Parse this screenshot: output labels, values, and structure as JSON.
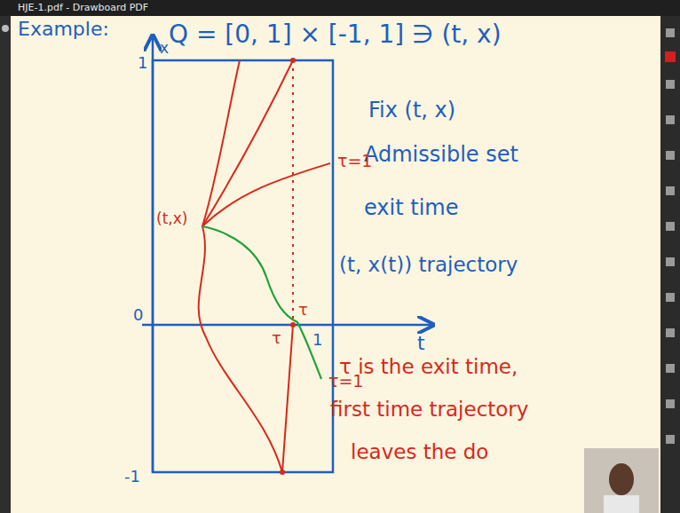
{
  "diagram": {
    "labels": [
      "HJE-1.pdf - Drawboard PDF",
      "Example:",
      "Q = [0, 1] × [-1, 1] ∋ (t, x)",
      "Fix (t, x)",
      "Admissible set",
      "exit time",
      "(t, x(t)) trajectory",
      "τ is the exit time,",
      "first time trajectory",
      "leaves the do",
      "1",
      "x",
      "0",
      "-1",
      "t",
      "1",
      "(t,x)",
      "τ=1",
      "τ=1",
      "τ",
      "τ"
    ]
  }
}
